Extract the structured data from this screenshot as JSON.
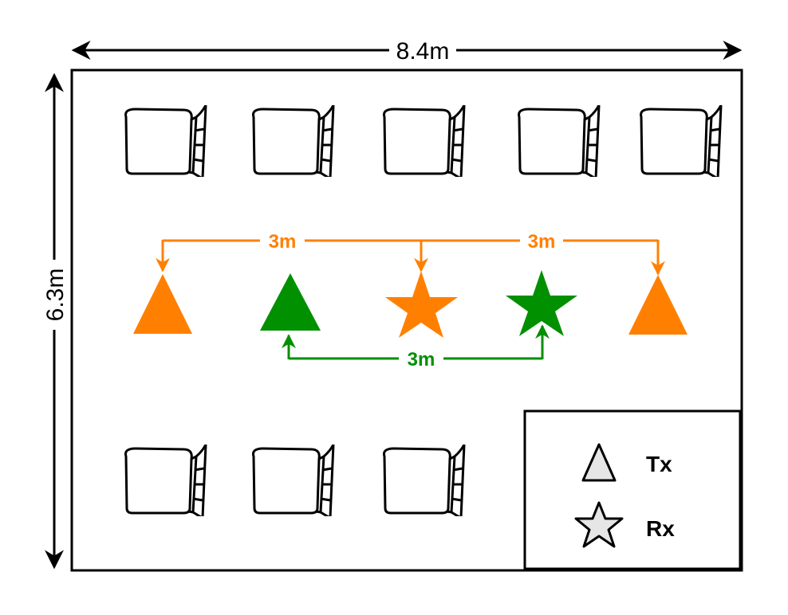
{
  "dimensions": {
    "width": "8.4m",
    "height": "6.3m"
  },
  "spacings": {
    "orange_left": "3m",
    "orange_right": "3m",
    "green": "3m"
  },
  "legend": {
    "tx_label": "Tx",
    "rx_label": "Rx"
  },
  "colors": {
    "orange": "#FF8000",
    "green": "#009000",
    "legend_fill": "#E6E6E6",
    "border": "#000000"
  },
  "seats": {
    "top_row_count": 5,
    "bottom_row_count": 3
  },
  "icons": {
    "transmitter": "triangle",
    "receiver": "star",
    "seat": "chair-icon"
  }
}
